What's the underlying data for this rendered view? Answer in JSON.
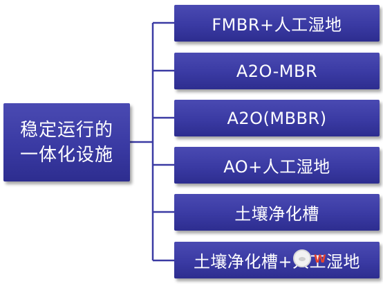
{
  "diagram": {
    "root": {
      "lines": [
        "稳定运行的",
        "一体化设施"
      ]
    },
    "leaves": [
      {
        "label": "FMBR+人工湿地"
      },
      {
        "label": "A2O-MBR"
      },
      {
        "label": "A2O(MBBR)"
      },
      {
        "label": "AO+人工湿地"
      },
      {
        "label": "土壤净化槽"
      },
      {
        "label": "土壤净化槽+人工湿地"
      }
    ],
    "colors": {
      "box_fill": "#3a3aa3",
      "box_text": "#ffffff",
      "connector": "#3a3aa3",
      "watermark_red": "#e8432e"
    }
  }
}
